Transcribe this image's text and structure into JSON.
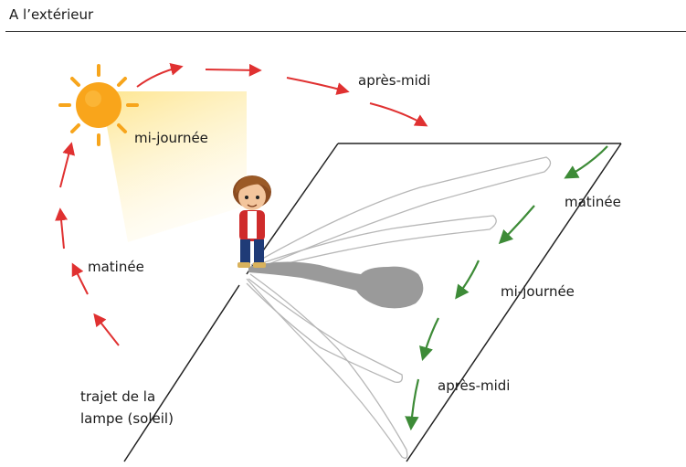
{
  "header": {
    "title": "A l’extérieur"
  },
  "sun_path": {
    "label_line1": "trajet de la",
    "label_line2": "lampe (soleil)",
    "morning": "matinée",
    "midday": "mi-journée",
    "afternoon": "après-midi",
    "arrow_color": "#e03131"
  },
  "shadow_path": {
    "morning": "matinée",
    "midday": "mi-journée",
    "afternoon": "après-midi",
    "arrow_color": "#3d8b37"
  },
  "colors": {
    "sun": "#f7a51c",
    "shadow": "#9a9a9a",
    "light_beam": "#fde9a6"
  }
}
